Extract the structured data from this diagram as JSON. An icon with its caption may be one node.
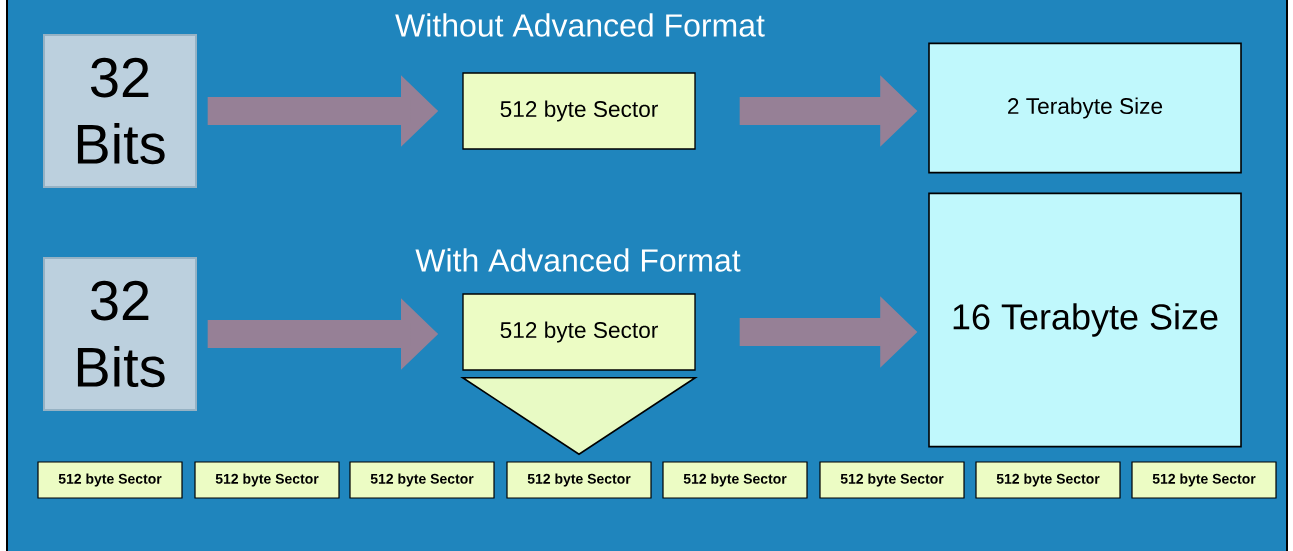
{
  "diagram": {
    "nodes": [
      {
        "text": [
          "32 Bits"
        ]
      },
      {
        "text": [
          "512 byte Sector"
        ]
      },
      {
        "text": [
          "2 Terabyte Size"
        ]
      },
      {
        "text": [
          "32 Bits"
        ]
      },
      {
        "text": [
          "512 byte Sector"
        ]
      },
      {
        "text": [
          "16 Terabyte Size"
        ]
      },
      {
        "text": [],
        "shape": "triangle"
      },
      {
        "text": [
          "512 byte Sector"
        ]
      },
      {
        "text": [
          "512 byte Sector"
        ]
      },
      {
        "text": [
          "512 byte Sector"
        ]
      },
      {
        "text": [
          "512 byte Sector"
        ]
      },
      {
        "text": [
          "512 byte Sector"
        ]
      },
      {
        "text": [
          "512 byte Sector"
        ]
      },
      {
        "text": [
          "512 byte Sector"
        ]
      },
      {
        "text": [
          "512 byte Sector"
        ]
      }
    ],
    "edges": [
      {
        "from": 0,
        "to": 1,
        "arrow": "to"
      },
      {
        "from": 1,
        "to": 2,
        "arrow": "to"
      },
      {
        "from": 3,
        "to": 4,
        "arrow": "to"
      },
      {
        "from": 4,
        "to": 5,
        "arrow": "to"
      }
    ],
    "labels": [
      "Without Advanced Format",
      "With Advanced Format"
    ]
  }
}
